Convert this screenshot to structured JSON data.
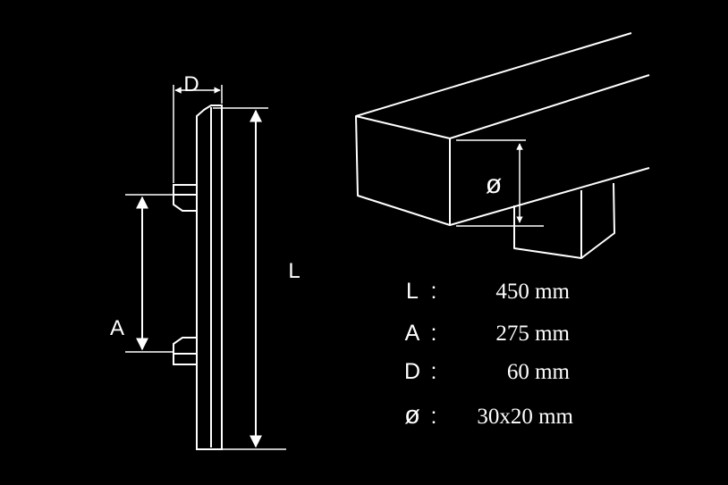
{
  "side_view": {
    "label_d": "D",
    "label_a": "A",
    "label_l": "L"
  },
  "cross_section": {
    "label_phi": "ø"
  },
  "specs": [
    {
      "key": "L",
      "sep": ":",
      "value": "450 mm"
    },
    {
      "key": "A",
      "sep": ":",
      "value": "275 mm"
    },
    {
      "key": "D",
      "sep": ":",
      "value": "60 mm"
    },
    {
      "key": "ø",
      "sep": ":",
      "value": "30x20 mm"
    }
  ],
  "colors": {
    "background": "#000000",
    "line": "#ffffff"
  }
}
